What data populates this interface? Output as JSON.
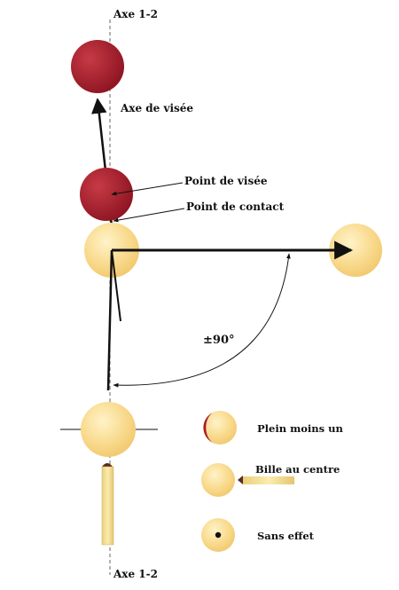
{
  "labels": {
    "axis_top": "Axe 1-2",
    "axis_bottom": "Axe 1-2",
    "aim_axis": "Axe de visée",
    "aim_point": "Point de visée",
    "contact_point": "Point de contact",
    "angle": "±90°"
  },
  "legend": {
    "full_minus_one": "Plein moins un",
    "center_ball": "Bille au centre",
    "no_effect": "Sans effet"
  },
  "colors": {
    "red_ball": "#a81c2a",
    "cream_ball": "#f5cf7a",
    "cue": "#f1df98",
    "line": "#111111",
    "dashed_axis": "#555555"
  }
}
